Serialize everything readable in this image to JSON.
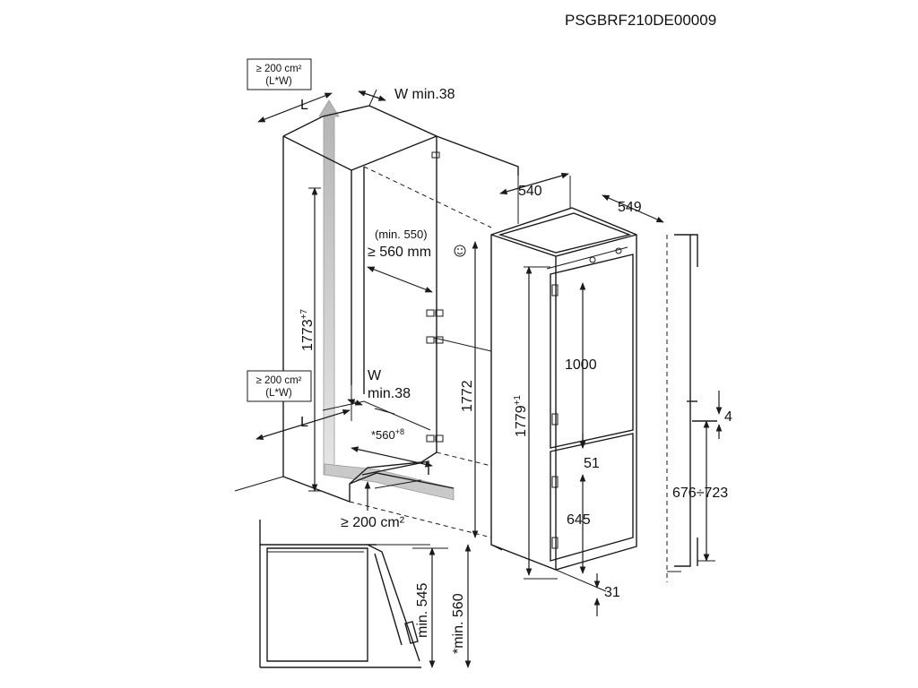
{
  "code": "PSGBRF210DE00009",
  "vent_top": {
    "line1": "≥ 200 cm²",
    "line2": "(L*W)"
  },
  "vent_bottom": {
    "line1": "≥ 200 cm²",
    "line2": "(L*W)"
  },
  "labels": {
    "l_top": "L",
    "l_bottom": "L",
    "w_top": "W min.38",
    "w_bottom_w": "W",
    "w_bottom_min": "min.38",
    "min550": "(min. 550)",
    "ge560": "≥ 560 mm",
    "niche_height": "1773",
    "niche_height_tol": "+7",
    "h1772": "1772",
    "niche_depth": "*560",
    "niche_depth_tol": "+8",
    "ge200": "≥ 200 cm²",
    "d540": "540",
    "d549": "549",
    "h1779": "1779",
    "h1779_tol": "+1",
    "d1000": "1000",
    "d51": "51",
    "d645": "645",
    "d31": "31",
    "d4": "4",
    "d676_723": "676÷723",
    "min545": "min. 545",
    "min560": "*min. 560"
  },
  "colors": {
    "line": "#1a1a1a",
    "airflow": "#c8c8c8"
  }
}
